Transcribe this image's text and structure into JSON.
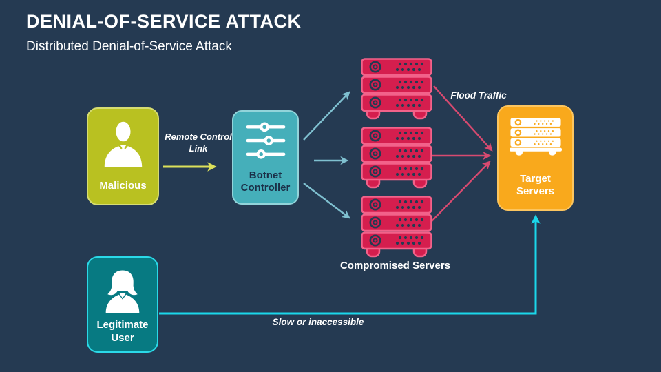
{
  "slide": {
    "title": "DENIAL-OF-SERVICE ATTACK",
    "subtitle": "Distributed Denial-of-Service Attack"
  },
  "nodes": {
    "malicious": {
      "label": "Malicious",
      "icon": "male-user-icon",
      "color": "#B9C121"
    },
    "botnet_controller": {
      "label": "Botnet Controller",
      "icon": "sliders-icon",
      "color": "#45AFBA"
    },
    "compromised_servers": {
      "label": "Compromised Servers",
      "icon": "server-stack-icon",
      "color": "#D51E4E",
      "stack_count": 3
    },
    "target_servers": {
      "label": "Target Servers",
      "icon": "server-stack-icon",
      "color": "#F9A91C"
    },
    "legitimate_user": {
      "label": "Legitimate User",
      "icon": "female-user-icon",
      "color": "#077A82"
    }
  },
  "edges": {
    "remote_control_link": {
      "label": "Remote Control Link",
      "color": "#DCE05A",
      "from": "malicious",
      "to": "botnet_controller"
    },
    "botnet_to_compromised": {
      "label": "",
      "color": "#7FC0D0",
      "from": "botnet_controller",
      "to": "compromised_servers"
    },
    "flood_traffic": {
      "label": "Flood Traffic",
      "color": "#D84A70",
      "from": "compromised_servers",
      "to": "target_servers"
    },
    "slow_or_inaccessible": {
      "label": "Slow or inaccessible",
      "color": "#1BD7EA",
      "from": "legitimate_user",
      "to": "target_servers"
    }
  },
  "colors": {
    "background": "#253A52",
    "text": "#FFFFFF"
  }
}
